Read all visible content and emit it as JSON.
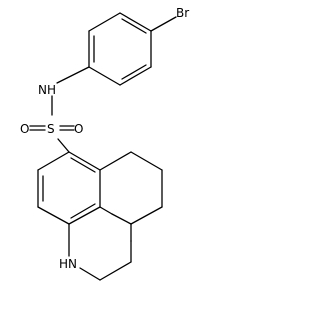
{
  "molecule": {
    "atoms": {
      "bromine": "Br",
      "amine_nh": "NH",
      "sulfur": "S",
      "oxygen_left": "O",
      "oxygen_right": "O",
      "ring_nh": "HN"
    },
    "bond_color": "#000000",
    "background": "#ffffff"
  }
}
